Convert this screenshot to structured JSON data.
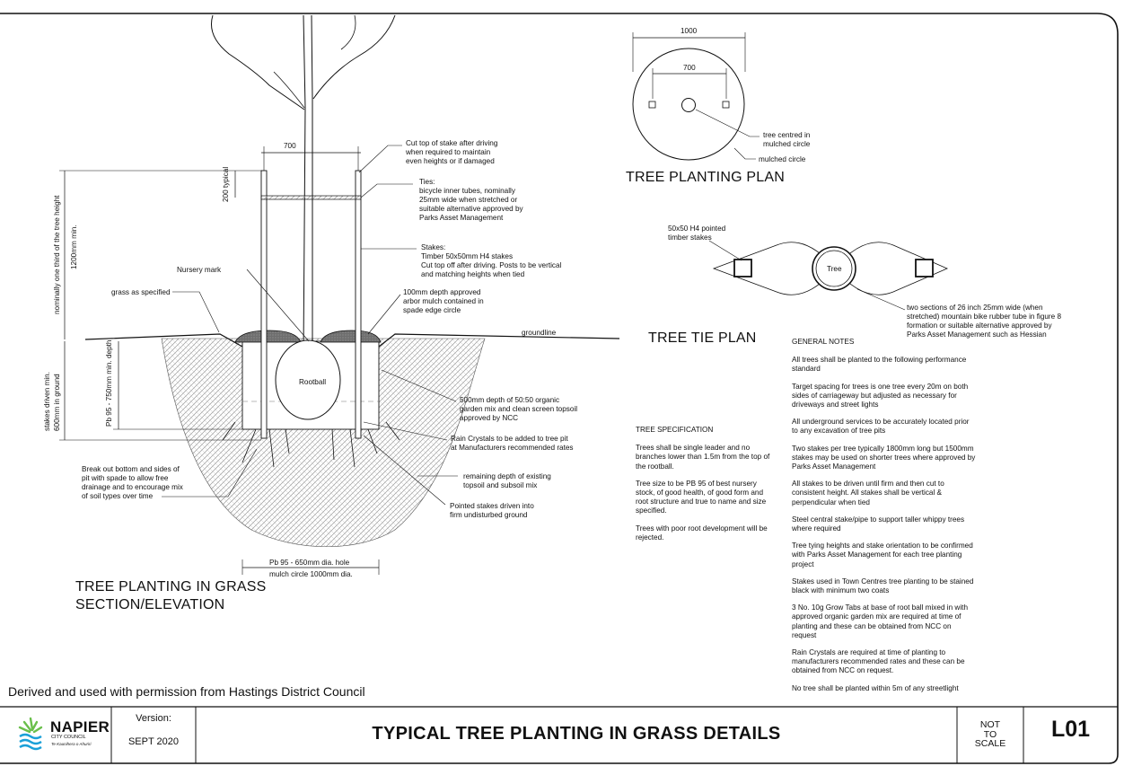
{
  "section": {
    "title_line1": "TREE PLANTING  IN GRASS",
    "title_line2": "SECTION/ELEVATION",
    "dim_700": "700",
    "dim_200": "200 typical",
    "dim_1200": "1200mm min.",
    "dim_third": "nominally one third of the tree height",
    "dim_depth": "Pb 95 - 750mm min. depth",
    "dim_stakes_line1": "stakes driven min.",
    "dim_stakes_line2": "600mm in ground",
    "rootball": "Rootball",
    "hole_dia": "Pb 95 - 650mm dia. hole",
    "mulch_dia": "mulch circle 1000mm dia.",
    "groundline": "groundline",
    "labels": {
      "cut_top": [
        "Cut top of stake after driving",
        "when required to maintain",
        "even heights or if damaged"
      ],
      "ties": [
        "Ties:",
        "bicycle inner tubes, nominally",
        "25mm wide when stretched or",
        "suitable alternative approved by",
        "Parks Asset Management"
      ],
      "stakes": [
        "Stakes:",
        "Timber 50x50mm H4 stakes",
        "Cut top off after driving. Posts to be vertical",
        "and matching heights when tied"
      ],
      "nursery_mark": "Nursery mark",
      "grass": "grass as specified",
      "mulch": [
        "100mm depth approved",
        "arbor mulch contained in",
        "spade edge circle"
      ],
      "garden_mix": [
        "500mm depth of 50:50 organic",
        "garden mix and clean screen topsoil",
        "approved by NCC"
      ],
      "rain_crystals": [
        "Rain Crystals to be added to tree pit",
        "at Manufacturers recommended rates"
      ],
      "break_out": [
        "Break out bottom and sides of",
        "pit with spade to allow free",
        "drainage and to encourage mix",
        "of soil types over time"
      ],
      "remaining": [
        "remaining depth of existing",
        "topsoil and subsoil mix"
      ],
      "pointed": [
        "Pointed stakes driven into",
        "firm undisturbed ground"
      ]
    }
  },
  "plan": {
    "title": "TREE PLANTING PLAN",
    "dim_1000": "1000",
    "dim_700": "700",
    "label_tree_centred": [
      "tree centred in",
      "mulched circle"
    ],
    "label_mulched": "mulched circle"
  },
  "tie_plan": {
    "title": "TREE TIE PLAN",
    "tree": "Tree",
    "label_stakes": [
      "50x50 H4 pointed",
      "timber stakes"
    ],
    "label_tube": [
      "two sections of 26 inch 25mm wide (when",
      "stretched) mountain bike rubber tube in figure 8",
      "formation or suitable alternative approved by",
      "Parks Asset Management such as Hessian"
    ]
  },
  "spec": {
    "title": "TREE SPECIFICATION",
    "paragraphs": [
      "Trees shall be single leader and no branches lower than 1.5m from the top of the rootball.",
      "Tree size to be PB 95 of best nursery stock, of good health, of good form and root structure and true to name and size specified.",
      "Trees with poor root development will be rejected."
    ]
  },
  "notes": {
    "title": "GENERAL NOTES",
    "paragraphs": [
      "All trees shall be planted to the following performance standard",
      "Target spacing for trees is one tree every 20m on both sides of carriageway but adjusted as necessary for driveways and street lights",
      "All underground services to be accurately located prior to any excavation of tree pits",
      "Two stakes per tree typically 1800mm long but 1500mm stakes may be used on shorter trees where approved by Parks Asset Management",
      "All stakes to be driven until firm and then cut to consistent height. All stakes shall be vertical & perpendicular when tied",
      "Steel central stake/pipe to support taller whippy trees where required",
      "Tree tying heights and stake orientation to be confirmed with Parks Asset Management for each tree planting project",
      "Stakes used in Town Centres tree planting to be stained black with minimum two coats",
      "3 No. 10g Grow Tabs at base of root ball mixed in with approved organic garden mix are required at time of planting and these can be obtained from NCC on request",
      "Rain Crystals are required at time of planting to manufacturers recommended rates and these can be obtained from NCC on request.",
      "No tree shall be planted within 5m of any streetlight"
    ]
  },
  "credit": "Derived and used with permission from Hastings District Council",
  "title_block": {
    "logo_name": "NAPIER",
    "logo_sub": "CITY COUNCIL",
    "logo_tagline": "Te Kaunihera o Ahuriri",
    "version_label": "Version:",
    "version_value": "SEPT 2020",
    "drawing_title": "TYPICAL TREE PLANTING IN GRASS DETAILS",
    "scale_line1": "NOT",
    "scale_line2": "TO",
    "scale_line3": "SCALE",
    "sheet_no": "L01"
  },
  "colors": {
    "line": "#111111",
    "hatch": "#9a9a9a",
    "mulch": "#6e6e6e",
    "logo_green": "#6abf4b",
    "logo_blue": "#1aa0d8"
  }
}
